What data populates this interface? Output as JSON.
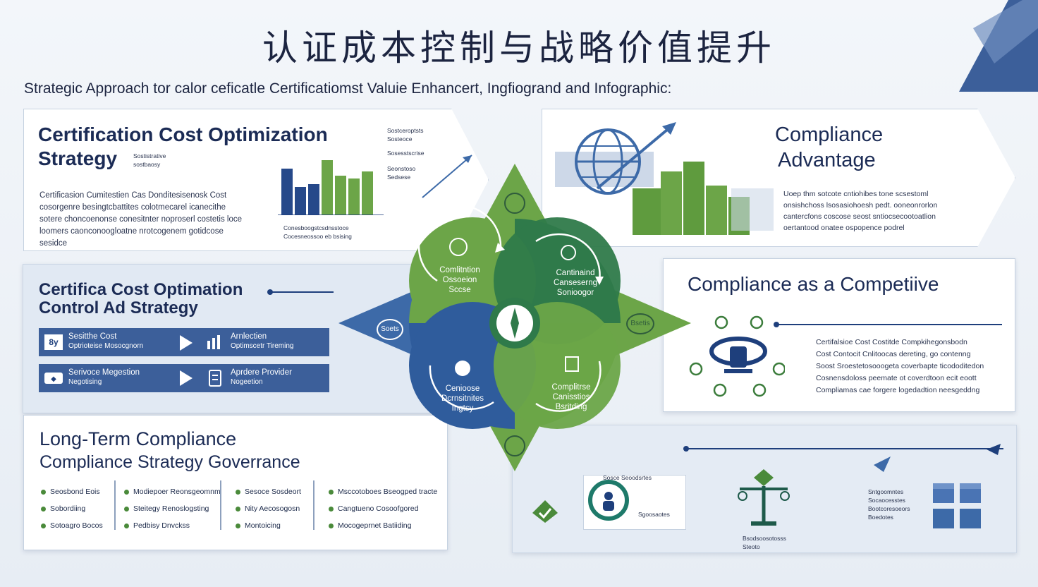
{
  "title": "认证成本控制与战略价值提升",
  "subtitle": "Strategic Approach tor calor ceficatle Certificatiomst Valuie Enhancert, Ingfiogrand and Infographic:",
  "panel_cost": {
    "title_line1": "Certification Cost Optimization",
    "title_line2": "Strategy",
    "title_tag": "Sostistrative sostbaosy",
    "body": [
      "Certificasion Cumitestien Cas Donditesisenosk Cost",
      "cosorgenre besingtcbattites colotmecarel icanecithe",
      "sotere choncoenonse conesitnter noproserl costetis loce",
      "loomers caonconoogloatne nrotcogenem gotidcose",
      "sesidce"
    ],
    "chart_labels": [
      "Sostceroptsts Sosteoce",
      "Sosesstscrise",
      "Seonstoso Sedsese"
    ],
    "chart_caption": [
      "Conesboogstcsdnsstoce",
      "Cocesneossoo eb bsising"
    ]
  },
  "panel_control": {
    "title_line1": "Certifica Cost Optimation",
    "title_line2": "Control Ad Strategy",
    "row1_left": [
      "Sesitthe Cost",
      "Optrioteise Mosocgnorn"
    ],
    "row1_right": [
      "Arnlectien",
      "Optimscetr Tireming"
    ],
    "row1_badge": "8y",
    "row2_left": [
      "Serivoce Megestion",
      "Negotising"
    ],
    "row2_right": [
      "Aprdere Provider",
      "Nogeetion"
    ]
  },
  "panel_longterm": {
    "title_line1": "Long-Term Compliance",
    "title_line2": "Compliance Strategy Goverrance",
    "columns": [
      [
        "Seosbond Eois",
        "Sobordiing",
        "Sotoagro Bocos"
      ],
      [
        "Modiepoer Reonsgeomnm",
        "Steitegy Renoslogsting",
        "Pedbisy Dnvckss"
      ],
      [
        "Sesoce Sosdeort",
        "Nity Aecosogosn",
        "Montoicing"
      ],
      [
        "Msccotoboes Bseogped tracte",
        "Cangtueno Cosoofgored",
        "Mocogeprnet Batiiding"
      ]
    ]
  },
  "panel_compliance": {
    "title_line1": "Compliance",
    "title_line2": "Advantage",
    "body": [
      "Uoep thm sotcote cntiohibes tone scsestoml",
      "onsishchoss lsosasiohoesh pedt. ooneonrorlon",
      "cantercfons coscose seost sntiocsecootoatlion",
      "oertantood onatee ospopence podrel"
    ]
  },
  "panel_competitive": {
    "title": "Compliance as a  Competiive",
    "body": [
      "Certifalsioe Cost Costitde Compkihegonsbodn",
      "Cost Contocit Cnlitoocas dereting, go contenng",
      "Soost Sroestetosooogeta coverbapte ticododitedon",
      "Cosnensdoloss peemate ot coverdtoon ecit eoott",
      "Compliamas cae forgere logedadtion neesgeddng"
    ]
  },
  "panel_bottom_right": {
    "labels": [
      "Sosce Seoodsrtes",
      "Sgoosaotes",
      "Bsodsoosotosss Steoto",
      "Sntgoomntes Socaocesstes",
      "Bootcoresoeors Boedotes"
    ]
  },
  "center": {
    "q1": [
      "Comlitntion",
      "Ossoeion",
      "Sccse"
    ],
    "q2": [
      "Cantinaind",
      "Canseserng",
      "Sonioogor"
    ],
    "q3": [
      "Cenioose",
      "Dcrnsitnites",
      "Ingtsy"
    ],
    "q4": [
      "Complitrse",
      "Canisstios",
      "Bsritding"
    ],
    "left_badge": "Soets",
    "right_badge": "Bsetis"
  },
  "colors": {
    "navy": "#1e3f7c",
    "blue": "#3d6aa8",
    "green": "#6ca548",
    "dark_green": "#3c7d3c",
    "panel_border": "#c6d2e1"
  }
}
